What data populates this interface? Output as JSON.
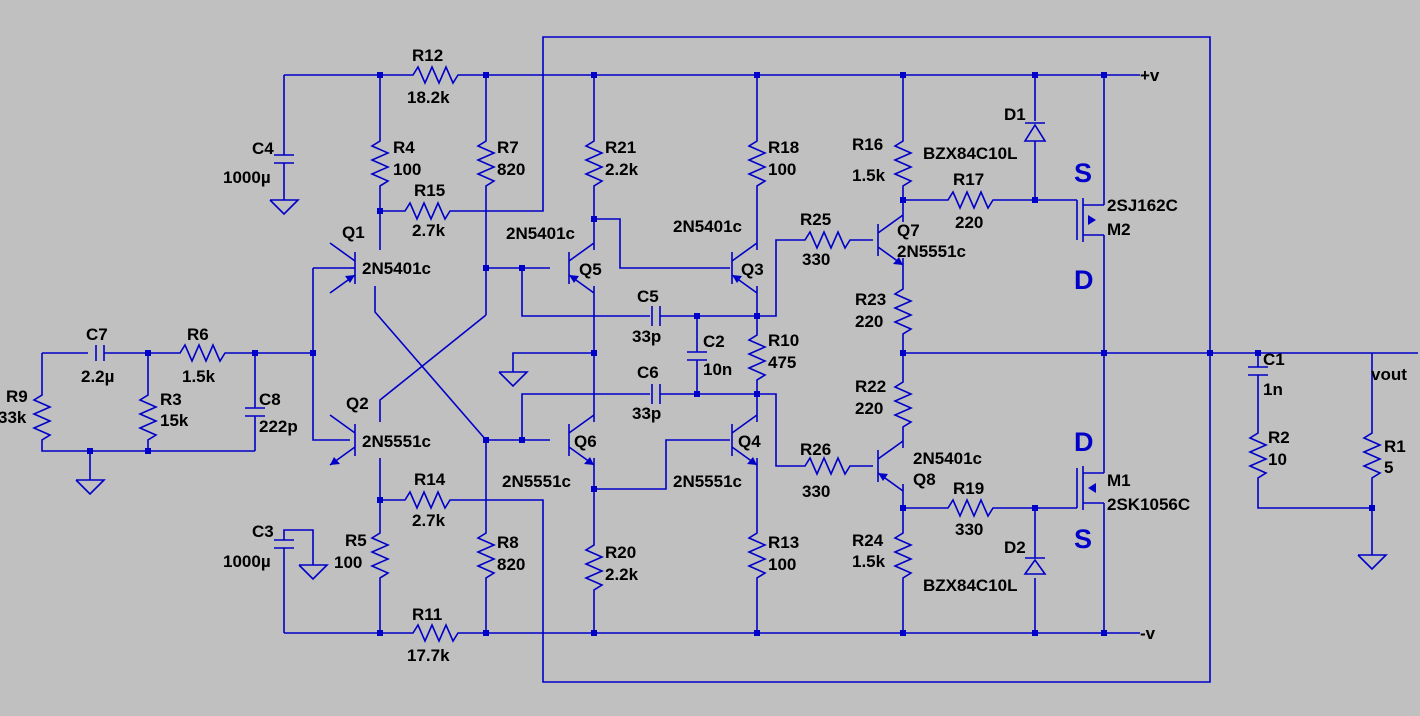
{
  "schematic": {
    "rails": {
      "pos": "+v",
      "neg": "-v",
      "out": "vout"
    },
    "components": [
      {
        "ref": "R12",
        "value": "18.2k"
      },
      {
        "ref": "C4",
        "value": "1000µ"
      },
      {
        "ref": "R4",
        "value": "100"
      },
      {
        "ref": "R15",
        "value": "2.7k"
      },
      {
        "ref": "R7",
        "value": "820"
      },
      {
        "ref": "R21",
        "value": "2.2k"
      },
      {
        "ref": "R18",
        "value": "100"
      },
      {
        "ref": "R16",
        "value": "1.5k"
      },
      {
        "ref": "D1",
        "value": "BZX84C10L"
      },
      {
        "ref": "R17",
        "value": "220"
      },
      {
        "ref": "M2",
        "value": "2SJ162C"
      },
      {
        "ref": "Q1",
        "value": "2N5401c"
      },
      {
        "ref": "Q5",
        "value": "2N5401c"
      },
      {
        "ref": "Q3",
        "value": "2N5401c"
      },
      {
        "ref": "R25",
        "value": "330"
      },
      {
        "ref": "Q7",
        "value": "2N5551c"
      },
      {
        "ref": "C7",
        "value": "2.2µ"
      },
      {
        "ref": "R6",
        "value": "1.5k"
      },
      {
        "ref": "R9",
        "value": "33k"
      },
      {
        "ref": "R3",
        "value": "15k"
      },
      {
        "ref": "C8",
        "value": "222p"
      },
      {
        "ref": "C5",
        "value": "33p"
      },
      {
        "ref": "C2",
        "value": "10n"
      },
      {
        "ref": "R10",
        "value": "475"
      },
      {
        "ref": "R23",
        "value": "220"
      },
      {
        "ref": "R22",
        "value": "220"
      },
      {
        "ref": "C6",
        "value": "33p"
      },
      {
        "ref": "C1",
        "value": "1n"
      },
      {
        "ref": "R2",
        "value": "10"
      },
      {
        "ref": "R1",
        "value": "5"
      },
      {
        "ref": "Q2",
        "value": "2N5551c"
      },
      {
        "ref": "Q6",
        "value": "2N5551c"
      },
      {
        "ref": "Q4",
        "value": "2N5551c"
      },
      {
        "ref": "R26",
        "value": "330"
      },
      {
        "ref": "Q8",
        "value": "2N5401c"
      },
      {
        "ref": "R14",
        "value": "2.7k"
      },
      {
        "ref": "R19",
        "value": "330"
      },
      {
        "ref": "M1",
        "value": "2SK1056C"
      },
      {
        "ref": "C3",
        "value": "1000µ"
      },
      {
        "ref": "R5",
        "value": "100"
      },
      {
        "ref": "R8",
        "value": "820"
      },
      {
        "ref": "R20",
        "value": "2.2k"
      },
      {
        "ref": "R13",
        "value": "100"
      },
      {
        "ref": "R24",
        "value": "1.5k"
      },
      {
        "ref": "D2",
        "value": "BZX84C10L"
      },
      {
        "ref": "R11",
        "value": "17.7k"
      }
    ],
    "pin_markers": {
      "s_top": "S",
      "d_top": "D",
      "d_bottom": "D",
      "s_bottom": "S"
    },
    "colors": {
      "background": "#c0c0c0",
      "wire": "#0000c8",
      "label": "#000000"
    }
  }
}
